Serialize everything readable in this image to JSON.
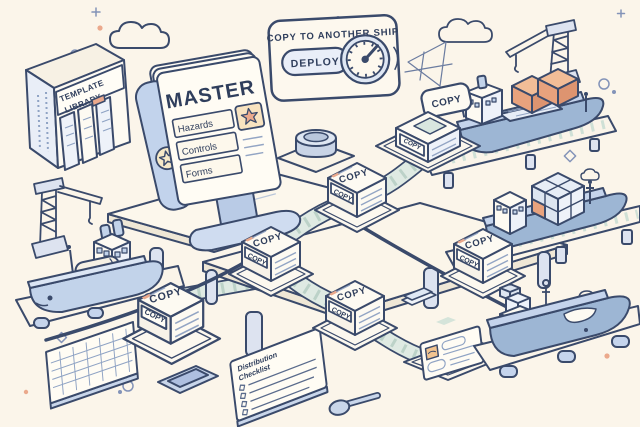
{
  "illustration": {
    "labels": {
      "copy": "COPY"
    },
    "template_library": {
      "title_line1": "TEMPLATE",
      "title_line2": "LIBRARY"
    },
    "master_document": {
      "title": "MASTER",
      "rows": [
        "Hazards",
        "Controls",
        "Forms"
      ]
    },
    "deploy_panel": {
      "title": "COPY TO ANOTHER SHIP",
      "button_label": "DEPLOY"
    },
    "distribution_checklist": {
      "title_line1": "Distribution",
      "title_line2": "Checklist"
    },
    "colors": {
      "background": "#fbf5ea",
      "outline": "#3a4a6b",
      "accent_orange": "#e8a27d",
      "light_blue": "#c5d4ec",
      "hull_blue": "#9db6d4",
      "conveyor_teal": "#dfeae3",
      "panel_cream": "#fdf8ee",
      "star_peach": "#f8e3c0"
    }
  }
}
